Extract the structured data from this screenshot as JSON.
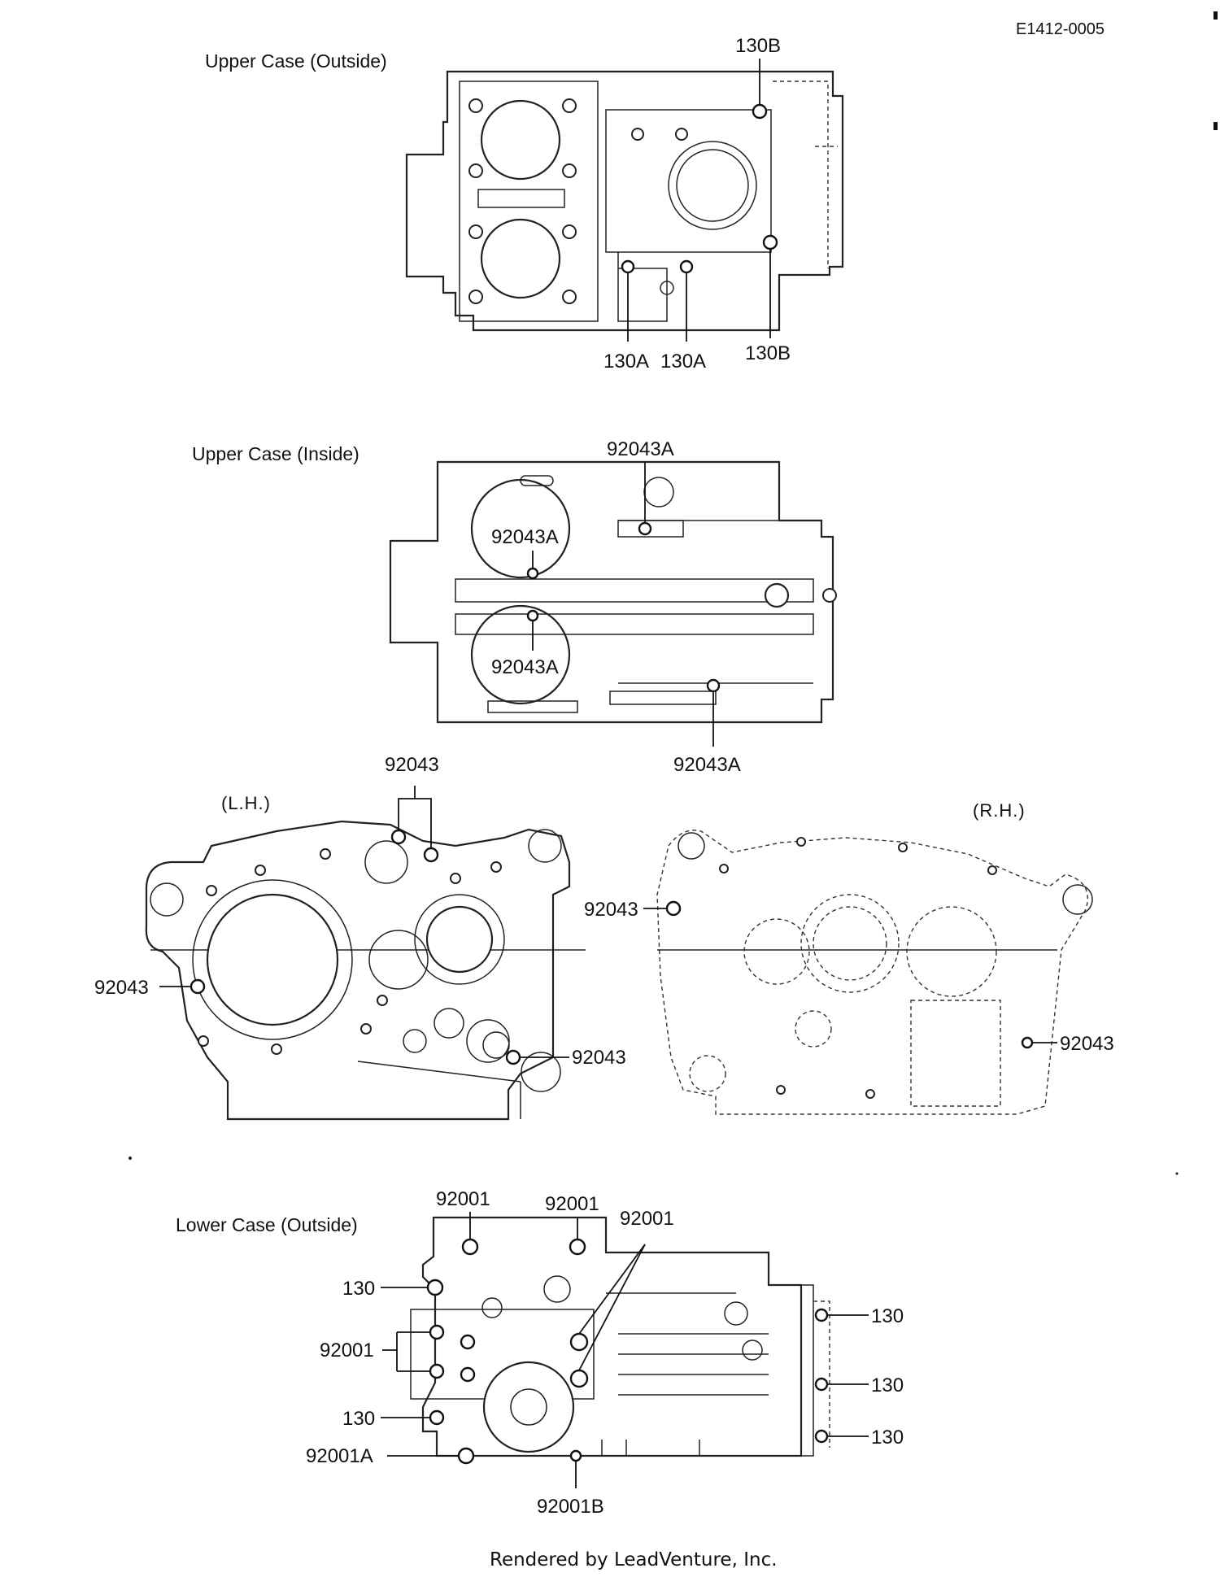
{
  "diagram_code": "E1412-0005",
  "sections": {
    "upper_outside": {
      "title": "Upper Case (Outside)"
    },
    "upper_inside": {
      "title": "Upper Case (Inside)"
    },
    "side_views": {
      "lh": "(L.H.)",
      "rh": "(R.H.)"
    },
    "lower_outside": {
      "title": "Lower Case (Outside)"
    }
  },
  "callouts": {
    "uo_130b_top": "130B",
    "uo_130a_left": "130A",
    "uo_130a_right": "130A",
    "uo_130b_bottom": "130B",
    "ui_92043a_top": "92043A",
    "ui_92043a_mid_upper": "92043A",
    "ui_92043a_mid_lower": "92043A",
    "ui_92043a_bottom": "92043A",
    "lh_92043_top": "92043",
    "lh_92043_left": "92043",
    "lh_92043_right": "92043",
    "rh_92043_left": "92043",
    "rh_92043_right": "92043",
    "lo_92001_top_left": "92001",
    "lo_92001_top_mid": "92001",
    "lo_92001_top_right": "92001",
    "lo_130_left_top": "130",
    "lo_92001_left": "92001",
    "lo_130_left_bottom": "130",
    "lo_92001a": "92001A",
    "lo_92001b": "92001B",
    "lo_130_right_1": "130",
    "lo_130_right_2": "130",
    "lo_130_right_3": "130"
  },
  "footer": "Rendered by LeadVenture, Inc."
}
